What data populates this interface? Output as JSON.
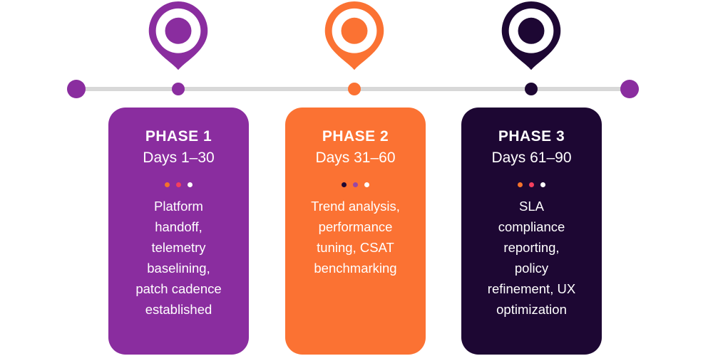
{
  "timeline": {
    "line_color": "#d8d8d8",
    "start_dot_color": "#8a2d9f",
    "end_dot_color": "#8a2d9f",
    "white": "#ffffff"
  },
  "phases": [
    {
      "title": "PHASE 1",
      "subtitle": "Days 1–30",
      "description": "Platform\nhandoff,\ntelemetry\nbaselining,\npatch cadence\nestablished",
      "card_color": "#8a2d9f",
      "pin_color": "#8a2d9f",
      "node_color": "#8a2d9f",
      "dot_colors": [
        "#f4722b",
        "#f43f5e",
        "#ffffff"
      ]
    },
    {
      "title": "PHASE 2",
      "subtitle": "Days 31–60",
      "description": "Trend analysis,\nperformance\ntuning, CSAT\nbenchmarking",
      "card_color": "#fb7233",
      "pin_color": "#fb7233",
      "node_color": "#fb7233",
      "dot_colors": [
        "#1d0733",
        "#9747a6",
        "#ffffff"
      ]
    },
    {
      "title": "PHASE 3",
      "subtitle": "Days 61–90",
      "description": "SLA\ncompliance\nreporting,\npolicy\nrefinement, UX\noptimization",
      "card_color": "#1d0733",
      "pin_color": "#1d0733",
      "node_color": "#1d0733",
      "dot_colors": [
        "#f4722b",
        "#f43f5e",
        "#ffffff"
      ]
    }
  ]
}
